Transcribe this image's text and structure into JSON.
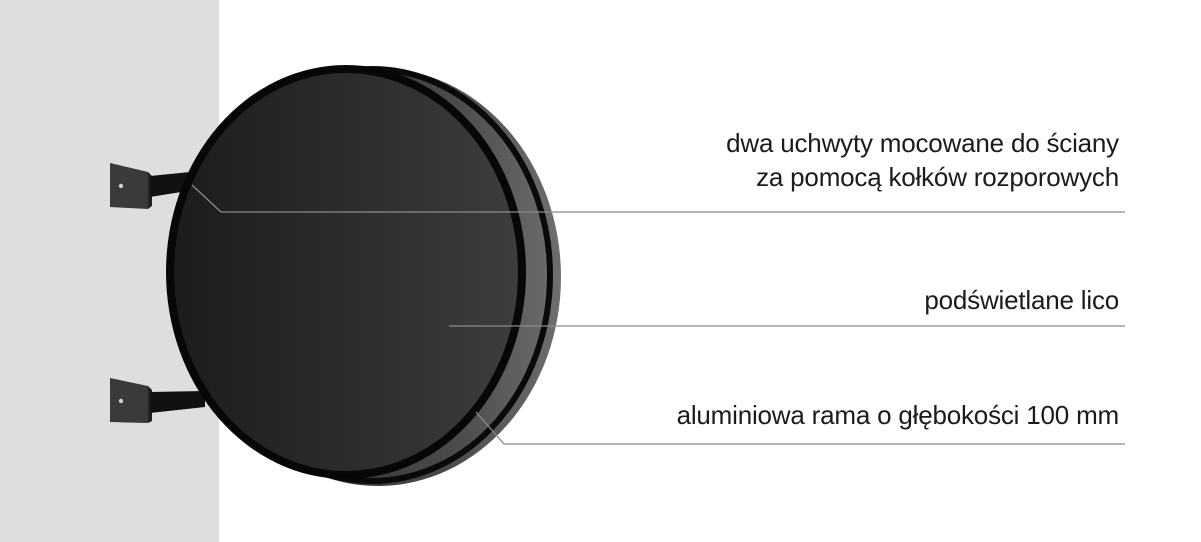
{
  "colors": {
    "wall": "#dededf",
    "background": "#ffffff",
    "sign_face": "#2a2a2a",
    "sign_rim": "#080808",
    "frame": "#5a5a5a",
    "leader_line": "#8a8a8a",
    "text": "#1b1b1b"
  },
  "callouts": {
    "brackets": {
      "line1": "dwa uchwyty mocowane do ściany",
      "line2": "za pomocą kołków rozporowych"
    },
    "face": {
      "line1": "podświetlane lico"
    },
    "frame": {
      "line1": "aluminiowa rama o głębokości 100 mm"
    }
  }
}
